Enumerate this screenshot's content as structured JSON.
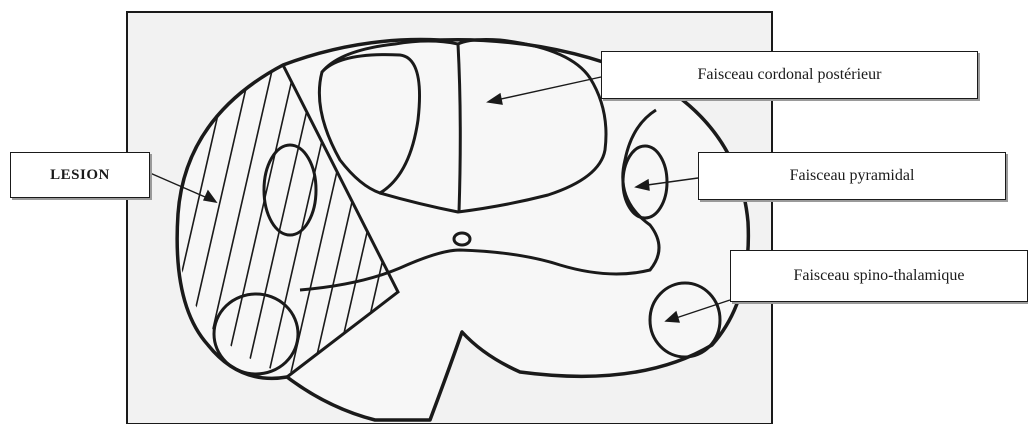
{
  "labels": {
    "lesion": "LESION",
    "cordonal": "Faisceau cordonal postérieur",
    "pyramidal": "Faisceau pyramidal",
    "spino": "Faisceau spino-thalamique"
  },
  "colors": {
    "ink": "#1a1a1a",
    "frame_fill": "#f2f2f2",
    "cord_fill": "#f7f7f7",
    "box_fill": "#ffffff",
    "shadow": "#9a9a9a"
  }
}
